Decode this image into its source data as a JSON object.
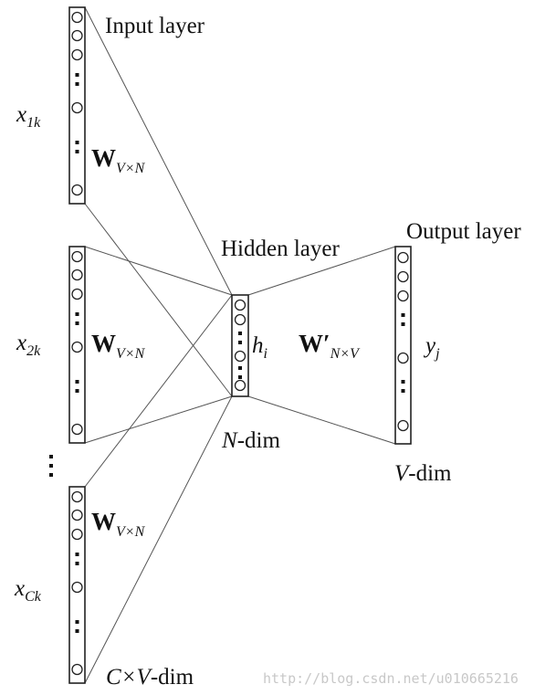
{
  "labels": {
    "input_layer": "Input layer",
    "hidden_layer": "Hidden layer",
    "output_layer": "Output layer",
    "x1k": {
      "base": "x",
      "sub": "1k"
    },
    "x2k": {
      "base": "x",
      "sub": "2k"
    },
    "xCk": {
      "base": "x",
      "sub": "Ck"
    },
    "w_input": {
      "base": "W",
      "sub": "V×N"
    },
    "w_output": {
      "base": "W′",
      "sub": "N×V"
    },
    "h": {
      "base": "h",
      "sub": "i"
    },
    "y": {
      "base": "y",
      "sub": "j"
    },
    "n_dim": {
      "var": "N",
      "rest": "-dim"
    },
    "v_dim": {
      "var": "V",
      "rest": "-dim"
    },
    "cv_dim": {
      "var": "C×V",
      "rest": "-dim"
    }
  },
  "watermark": "http://blog.csdn.net/u010665216"
}
